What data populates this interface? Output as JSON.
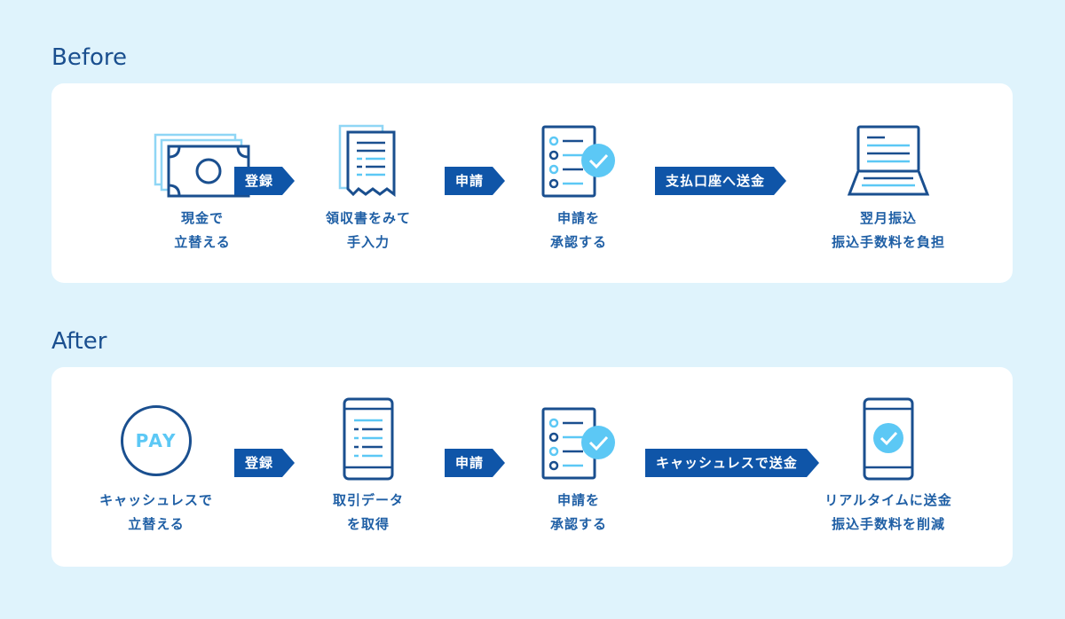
{
  "before": {
    "label": "Before",
    "steps": [
      {
        "icon": "cash-icon",
        "lines": [
          "現金で",
          "立替える"
        ]
      },
      {
        "icon": "receipt-icon",
        "lines": [
          "領収書をみて",
          "手入力"
        ]
      },
      {
        "icon": "checklist-approve-icon",
        "lines": [
          "申請を",
          "承認する"
        ]
      },
      {
        "icon": "laptop-icon",
        "lines": [
          "翌月振込",
          "振込手数料を負担"
        ]
      }
    ],
    "arrows": [
      "登録",
      "申請",
      "支払口座へ送金"
    ]
  },
  "after": {
    "label": "After",
    "steps": [
      {
        "icon": "pay-icon",
        "pay_text": "PAY",
        "lines": [
          "キャッシュレスで",
          "立替える"
        ]
      },
      {
        "icon": "smartphone-data-icon",
        "lines": [
          "取引データ",
          "を取得"
        ]
      },
      {
        "icon": "checklist-approve-icon",
        "lines": [
          "申請を",
          "承認する"
        ]
      },
      {
        "icon": "smartphone-check-icon",
        "lines": [
          "リアルタイムに送金",
          "振込手数料を削減"
        ]
      }
    ],
    "arrows": [
      "登録",
      "申請",
      "キャッシュレスで送金"
    ]
  },
  "colors": {
    "background": "#dff3fc",
    "card": "#ffffff",
    "primary": "#1a4f8f",
    "accent": "#5cc8f5",
    "arrow": "#0f55a8"
  }
}
